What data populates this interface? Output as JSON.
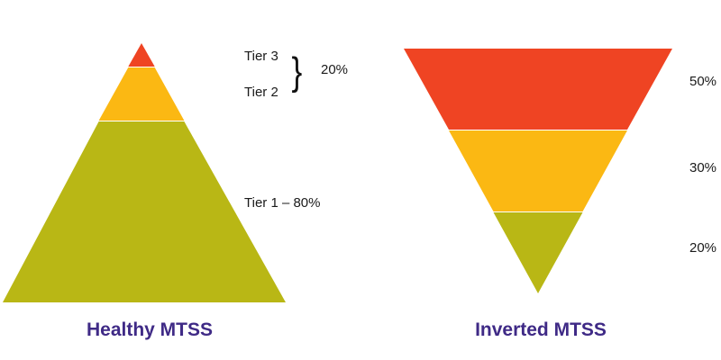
{
  "colors": {
    "tier3": "#ef4423",
    "tier2": "#fbb813",
    "tier1": "#b9b715",
    "title": "#3f2a86"
  },
  "healthy": {
    "title": "Healthy MTSS",
    "tier3_label": "Tier 3",
    "tier2_label": "Tier 2",
    "tiers23_percent": "20%",
    "tier1_label": "Tier 1 – 80%"
  },
  "inverted": {
    "title": "Inverted MTSS",
    "percents": [
      "50%",
      "30%",
      "20%"
    ]
  }
}
